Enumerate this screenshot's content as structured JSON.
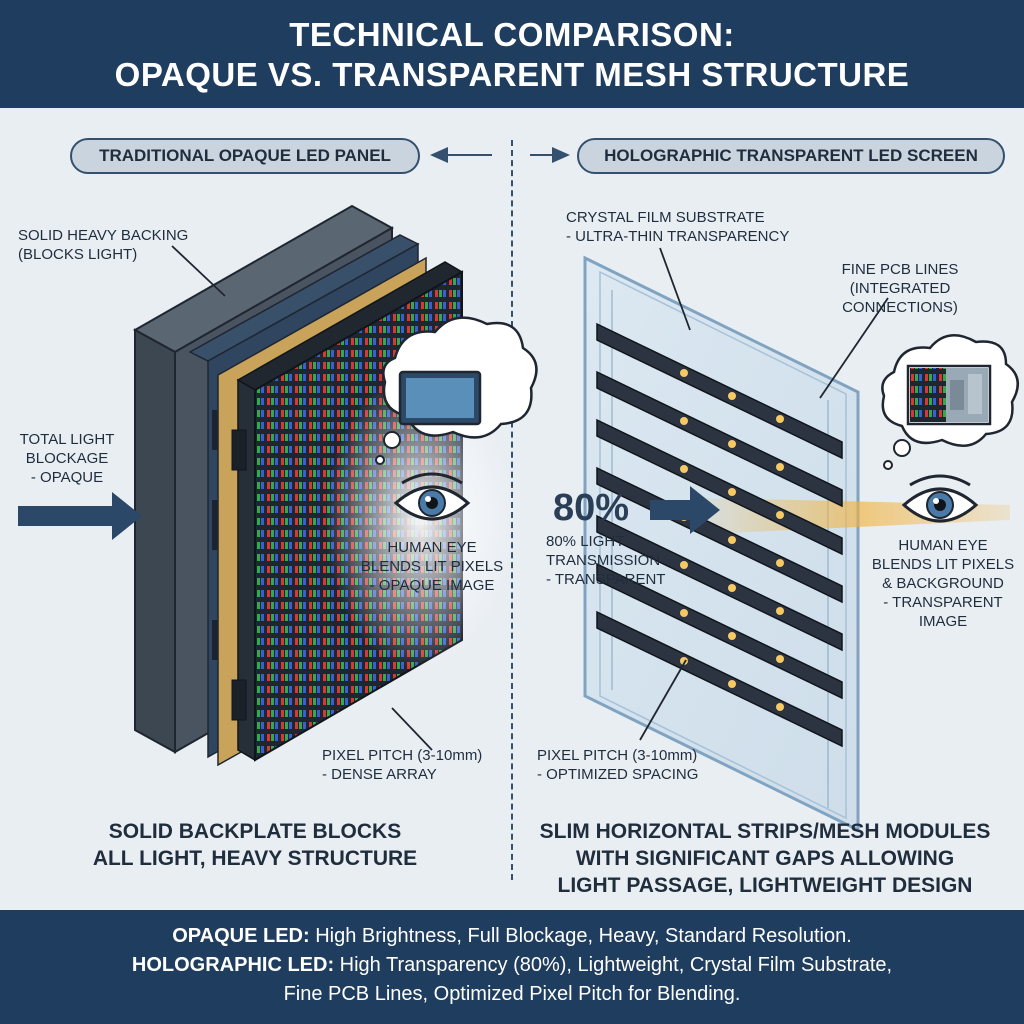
{
  "header": {
    "title_line1": "TECHNICAL COMPARISON:",
    "title_line2": "OPAQUE VS. TRANSPARENT MESH STRUCTURE"
  },
  "left": {
    "pill": "TRADITIONAL OPAQUE LED PANEL",
    "backing_label": [
      "SOLID HEAVY BACKING",
      "(BLOCKS LIGHT)"
    ],
    "blockage_label": [
      "TOTAL LIGHT",
      "BLOCKAGE",
      "- OPAQUE"
    ],
    "eye_label": [
      "HUMAN EYE",
      "BLENDS LIT PIXELS",
      "- OPAQUE IMAGE"
    ],
    "pitch_label": [
      "PIXEL PITCH (3-10mm)",
      "- DENSE ARRAY"
    ],
    "summary": [
      "SOLID BACKPLATE BLOCKS",
      "ALL LIGHT, HEAVY STRUCTURE"
    ]
  },
  "right": {
    "pill": "HOLOGRAPHIC TRANSPARENT LED SCREEN",
    "film_label": [
      "CRYSTAL FILM SUBSTRATE",
      "- ULTRA-THIN TRANSPARENCY"
    ],
    "pcb_label": [
      "FINE PCB LINES",
      "(INTEGRATED CONNECTIONS)"
    ],
    "percent": "80%",
    "transmission_label": [
      "80% LIGHT",
      "TRANSMISSION",
      "- TRANSPARENT"
    ],
    "eye_label": [
      "HUMAN EYE",
      "BLENDS LIT PIXELS",
      "& BACKGROUND",
      "- TRANSPARENT",
      "IMAGE"
    ],
    "pitch_label": [
      "PIXEL PITCH (3-10mm)",
      "- OPTIMIZED SPACING"
    ],
    "summary": [
      "SLIM HORIZONTAL STRIPS/MESH MODULES",
      "WITH SIGNIFICANT GAPS ALLOWING",
      "LIGHT PASSAGE, LIGHTWEIGHT DESIGN"
    ]
  },
  "footer": {
    "line1_bold": "OPAQUE LED:",
    "line1_text": " High Brightness, Full Blockage, Heavy, Standard Resolution.",
    "line2_bold": "HOLOGRAPHIC LED:",
    "line2_text": " High Transparency (80%), Lightweight, Crystal Film Substrate,",
    "line3_text": "Fine PCB Lines, Optimized Pixel Pitch for Blending."
  },
  "colors": {
    "header_bg": "#1f3d5e",
    "panel_dark": "#3d4752",
    "accent_light": "#f2b33d",
    "led_red": "#d23a3a",
    "led_green": "#3aa64a",
    "led_blue": "#3a5fd2"
  }
}
